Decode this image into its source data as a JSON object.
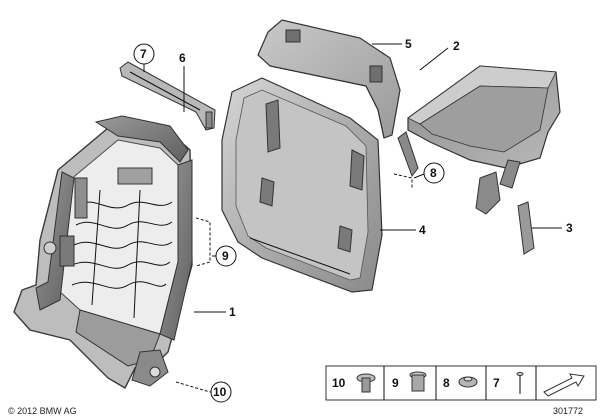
{
  "callouts": {
    "c1": "1",
    "c2": "2",
    "c3": "3",
    "c4": "4",
    "c5": "5",
    "c6": "6",
    "c7": "7",
    "c8": "8",
    "c9": "9",
    "c10": "10"
  },
  "legend": {
    "items": [
      {
        "label": "10"
      },
      {
        "label": "9"
      },
      {
        "label": "8"
      },
      {
        "label": "7"
      }
    ]
  },
  "footer": {
    "copyright": "© 2012 BMW AG",
    "diagram_number": "301772"
  }
}
